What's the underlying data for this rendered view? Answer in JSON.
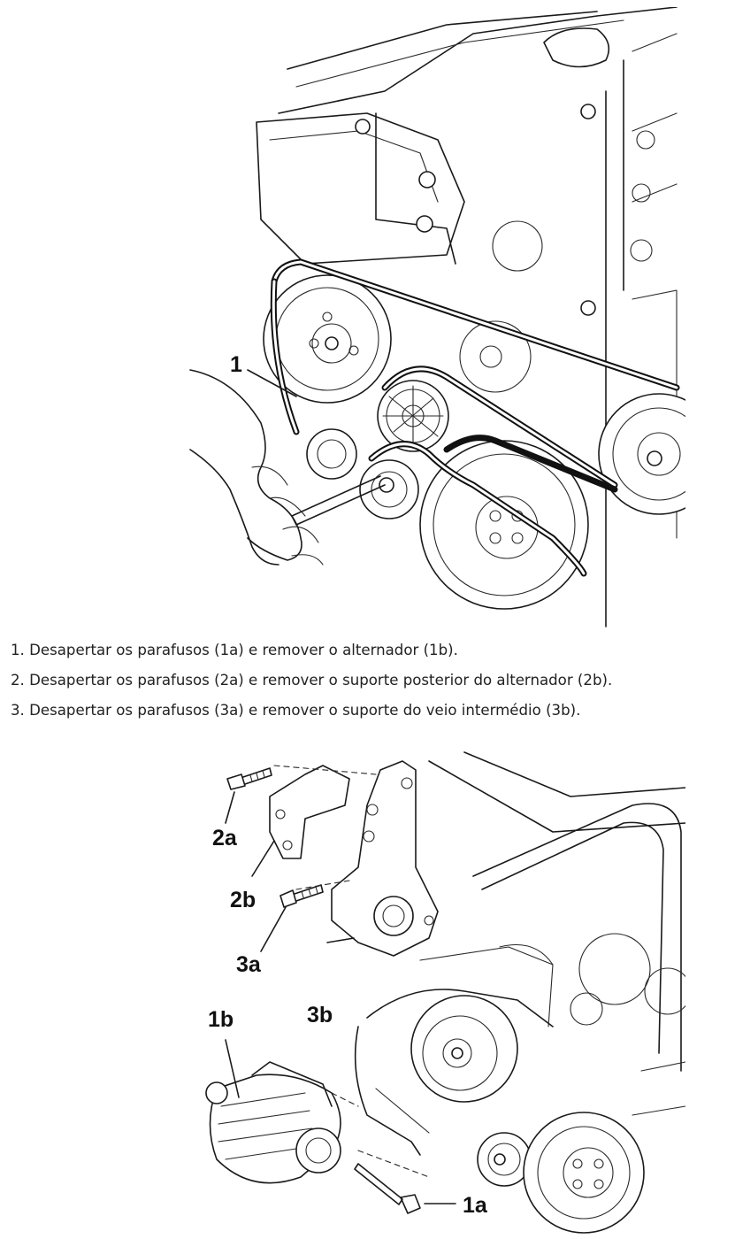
{
  "figure1": {
    "labels": {
      "part_1": "1"
    }
  },
  "steps": [
    {
      "number": "1.",
      "text": "Desapertar os parafusos (1a) e remover o alternador (1b)."
    },
    {
      "number": "2.",
      "text": "Desapertar os parafusos (2a) e remover o suporte posterior do alternador (2b)."
    },
    {
      "number": "3.",
      "text": "Desapertar os parafusos (3a) e remover o suporte do veio intermédio (3b)."
    }
  ],
  "figure2": {
    "labels": {
      "part_2a": "2a",
      "part_2b": "2b",
      "part_3a": "3a",
      "part_3b": "3b",
      "part_1b": "1b",
      "part_1a": "1a"
    }
  }
}
